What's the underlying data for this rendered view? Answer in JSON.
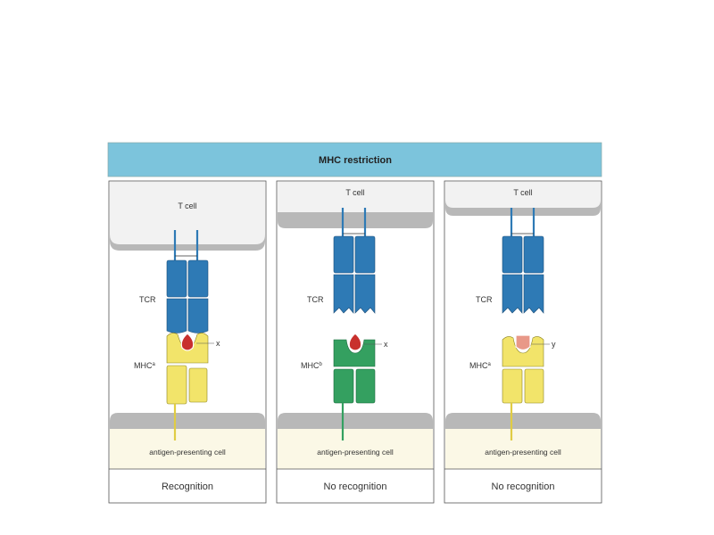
{
  "title": "MHC restriction",
  "panels": [
    {
      "t_cell_label": "T cell",
      "tcr_label": "TCR",
      "mhc_label": "MHC",
      "mhc_superscript": "a",
      "peptide_label": "x",
      "apc_label": "antigen-presenting cell",
      "result": "Recognition"
    },
    {
      "t_cell_label": "T cell",
      "tcr_label": "TCR",
      "mhc_label": "MHC",
      "mhc_superscript": "b",
      "peptide_label": "x",
      "apc_label": "antigen-presenting cell",
      "result": "No recognition"
    },
    {
      "t_cell_label": "T cell",
      "tcr_label": "TCR",
      "mhc_label": "MHC",
      "mhc_superscript": "a",
      "peptide_label": "y",
      "apc_label": "antigen-presenting cell",
      "result": "No recognition"
    }
  ],
  "colors": {
    "title_bar": "#7cc4dc",
    "tcr": "#2e7ab5",
    "mhc_a": "#f2e46a",
    "mhc_b": "#34a060",
    "peptide_x": "#c8302d",
    "peptide_y": "#e89888",
    "membrane": "#b8b8b8",
    "t_cell_fill": "#f2f2f2",
    "apc_fill": "#fbf8e6"
  }
}
